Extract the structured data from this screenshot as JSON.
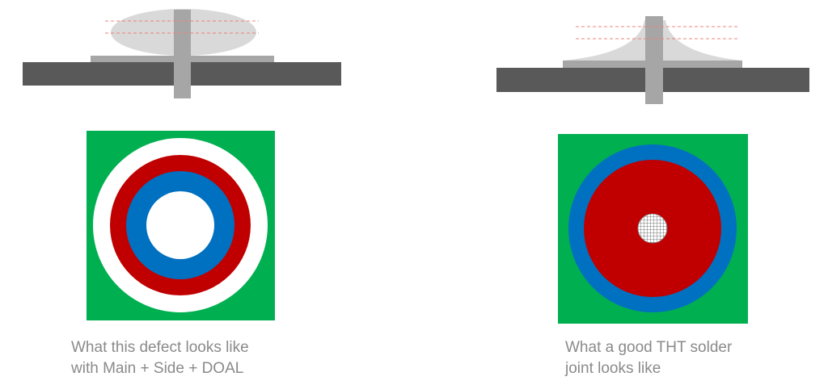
{
  "colors": {
    "board": "#595959",
    "pad": "#a6a6a6",
    "pin": "#a6a6a6",
    "solder_fill": "#d9d9d9",
    "dashed_line": "#f08080",
    "green_bg": "#00b050",
    "red": "#c00000",
    "blue": "#0070c0",
    "white": "#ffffff",
    "caption_text": "#8a8a8a"
  },
  "defect": {
    "caption_line1": "What this defect looks like",
    "caption_line2": "with Main + Side + DOAL"
  },
  "good": {
    "caption_line1": "What a good THT solder",
    "caption_line2": "joint looks like"
  }
}
